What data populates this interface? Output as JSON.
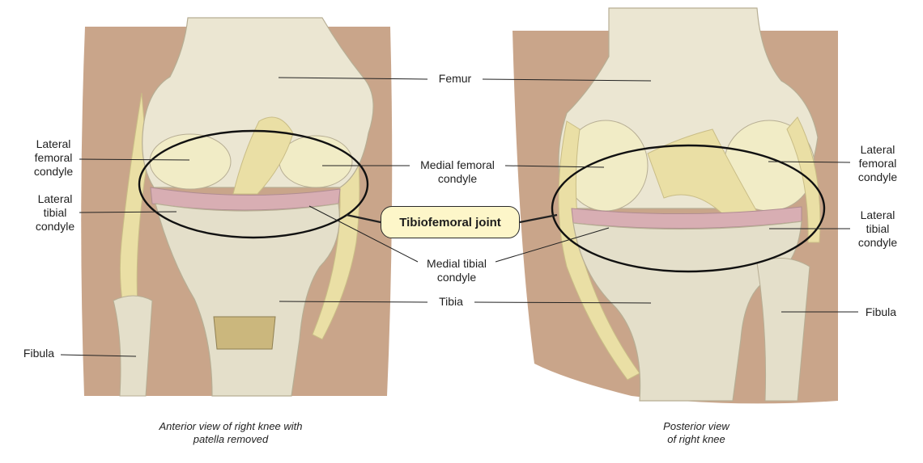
{
  "labels": {
    "femur": "Femur",
    "lateral_femoral_condyle_left": "Lateral\nfemoral\ncondyle",
    "lateral_tibial_condyle_left": "Lateral\ntibial\ncondyle",
    "fibula_left": "Fibula",
    "medial_femoral_condyle": "Medial femoral\ncondyle",
    "medial_tibial_condyle": "Medial tibial\ncondyle",
    "tibia": "Tibia",
    "lateral_femoral_condyle_right": "Lateral\nfemoral\ncondyle",
    "lateral_tibial_condyle_right": "Lateral\ntibial\ncondyle",
    "fibula_right": "Fibula"
  },
  "highlight": {
    "joint_label": "Tibiofemoral joint"
  },
  "captions": {
    "anterior": "Anterior view of right knee with\npatella removed",
    "posterior": "Posterior view\nof right knee"
  },
  "colors": {
    "skin": "#c9a58a",
    "bone": "#ebe6d2",
    "bone_shadow": "#d2cbb3",
    "condyle_highlight": "#f1ecc6",
    "ligament": "#eadfa5",
    "cartilage": "#d8aeb3",
    "leader_line": "#222222",
    "joint_box_fill": "#fdf6c9"
  }
}
